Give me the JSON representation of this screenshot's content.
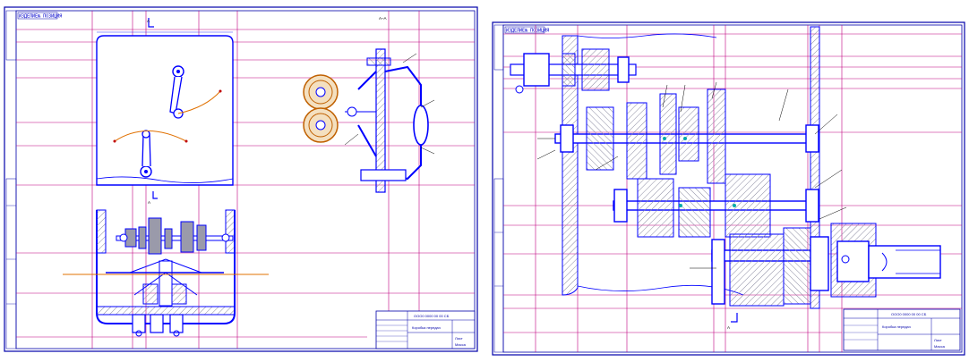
{
  "sheet_left": {
    "stamp": "ИЗДЕЛИЕ№ ПОЗИЦИЯ",
    "section_label": "A–A",
    "marker_left": "A",
    "marker_bottom": "A",
    "title_block": {
      "doc_code": "ООО0 0000 00 00 СБ",
      "title": "Коробка передач",
      "scale": "Лист",
      "sheet": "Масса"
    }
  },
  "sheet_right": {
    "stamp": "ИЗДЕЛИЕ№ ПОЗИЦИЯ",
    "marker_bottom": "A",
    "title_block": {
      "doc_code": "ООО0 0000 00 00 СБ",
      "title": "Коробка передач",
      "scale": "Лист",
      "sheet": "Масса"
    }
  },
  "colors": {
    "outline": "#0000ff",
    "hatch": "#8a8aa0",
    "guide": "#c00080",
    "orange": "#e07000",
    "frame": "#0000aa"
  }
}
